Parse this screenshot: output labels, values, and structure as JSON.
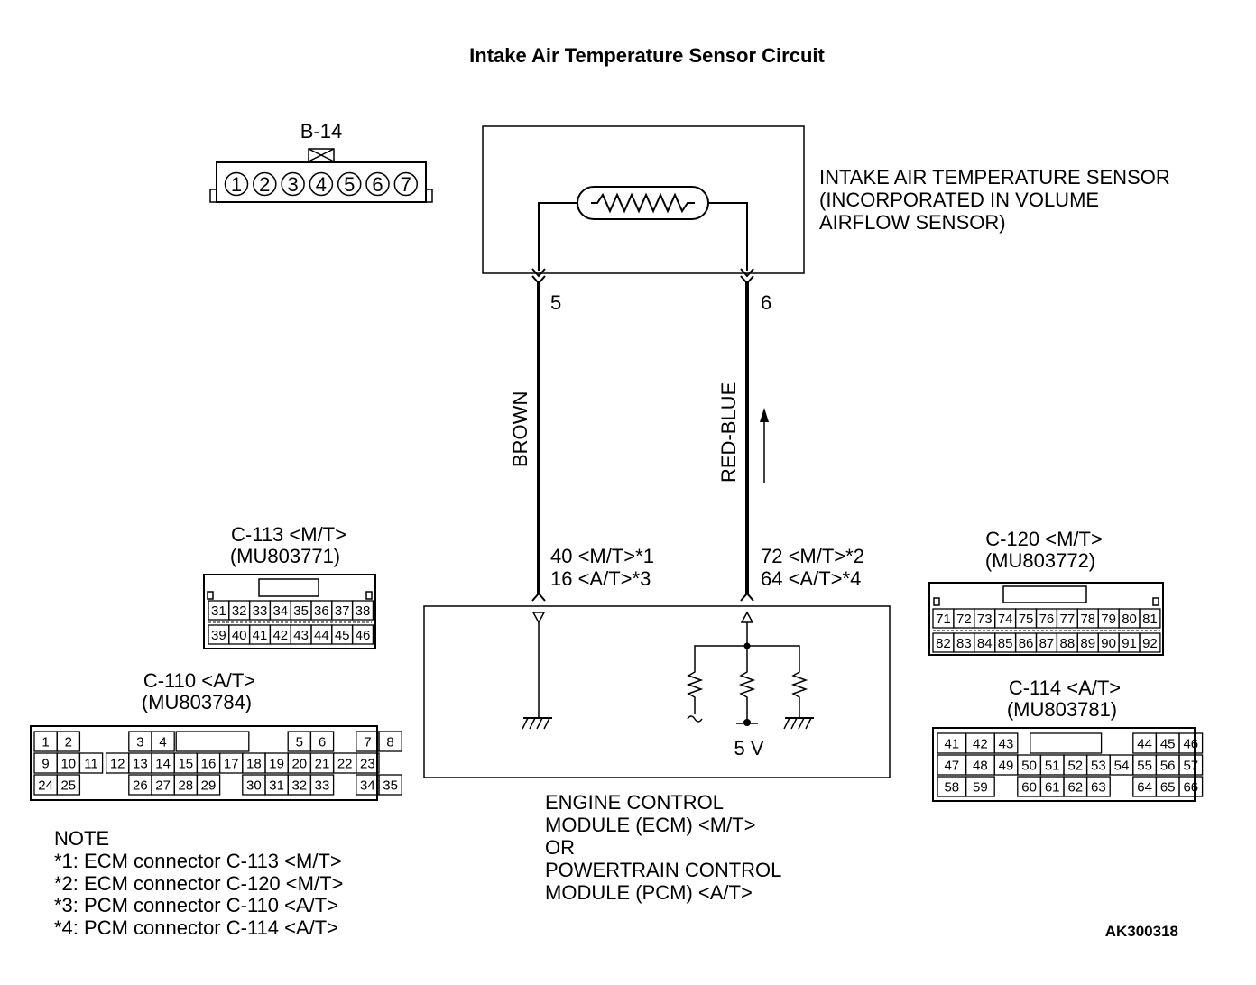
{
  "title": "Intake Air Temperature Sensor Circuit",
  "diagram_code": "AK300318",
  "sensor": {
    "label_lines": [
      "INTAKE AIR TEMPERATURE SENSOR",
      "(INCORPORATED IN VOLUME",
      "AIRFLOW SENSOR)"
    ]
  },
  "connector_b14": {
    "name": "B-14",
    "pins": [
      "1",
      "2",
      "3",
      "4",
      "5",
      "6",
      "7"
    ]
  },
  "wires": {
    "left": {
      "sensor_terminal": "5",
      "color": "BROWN",
      "ecm_terminal_lines": [
        "40 <M/T>*1",
        "16 <A/T>*3"
      ]
    },
    "right": {
      "sensor_terminal": "6",
      "color": "RED-BLUE",
      "ecm_terminal_lines": [
        "72 <M/T>*2",
        "64 <A/T>*4"
      ]
    }
  },
  "ecm": {
    "voltage": "5 V",
    "label_lines": [
      "ENGINE CONTROL",
      "MODULE (ECM) <M/T>",
      "OR",
      "POWERTRAIN CONTROL",
      "MODULE (PCM) <A/T>"
    ]
  },
  "connector_c113": {
    "name": "C-113 <M/T>",
    "part": "(MU803771)",
    "rows": [
      [
        "31",
        "32",
        "33",
        "34",
        "35",
        "36",
        "37",
        "38"
      ],
      [
        "39",
        "40",
        "41",
        "42",
        "43",
        "44",
        "45",
        "46"
      ]
    ]
  },
  "connector_c120": {
    "name": "C-120 <M/T>",
    "part": "(MU803772)",
    "rows": [
      [
        "71",
        "72",
        "73",
        "74",
        "75",
        "76",
        "77",
        "78",
        "79",
        "80",
        "81"
      ],
      [
        "82",
        "83",
        "84",
        "85",
        "86",
        "87",
        "88",
        "89",
        "90",
        "91",
        "92"
      ]
    ]
  },
  "connector_c110": {
    "name": "C-110 <A/T>",
    "part": "(MU803784)",
    "rows": [
      [
        "1",
        "2",
        "3",
        "4",
        "5",
        "6",
        "7",
        "8"
      ],
      [
        "9",
        "10",
        "11",
        "12",
        "13",
        "14",
        "15",
        "16",
        "17",
        "18",
        "19",
        "20",
        "21",
        "22",
        "23"
      ],
      [
        "24",
        "25",
        "26",
        "27",
        "28",
        "29",
        "30",
        "31",
        "32",
        "33",
        "34",
        "35"
      ]
    ]
  },
  "connector_c114": {
    "name": "C-114 <A/T>",
    "part": "(MU803781)",
    "rows": [
      [
        "41",
        "42",
        "43",
        "44",
        "45",
        "46"
      ],
      [
        "47",
        "48",
        "49",
        "50",
        "51",
        "52",
        "53",
        "54",
        "55",
        "56",
        "57"
      ],
      [
        "58",
        "59",
        "60",
        "61",
        "62",
        "63",
        "64",
        "65",
        "66"
      ]
    ]
  },
  "note": {
    "heading": "NOTE",
    "lines": [
      "*1: ECM connector C-113 <M/T>",
      "*2: ECM connector C-120 <M/T>",
      "*3: PCM connector C-110 <A/T>",
      "*4: PCM connector C-114 <A/T>"
    ]
  }
}
